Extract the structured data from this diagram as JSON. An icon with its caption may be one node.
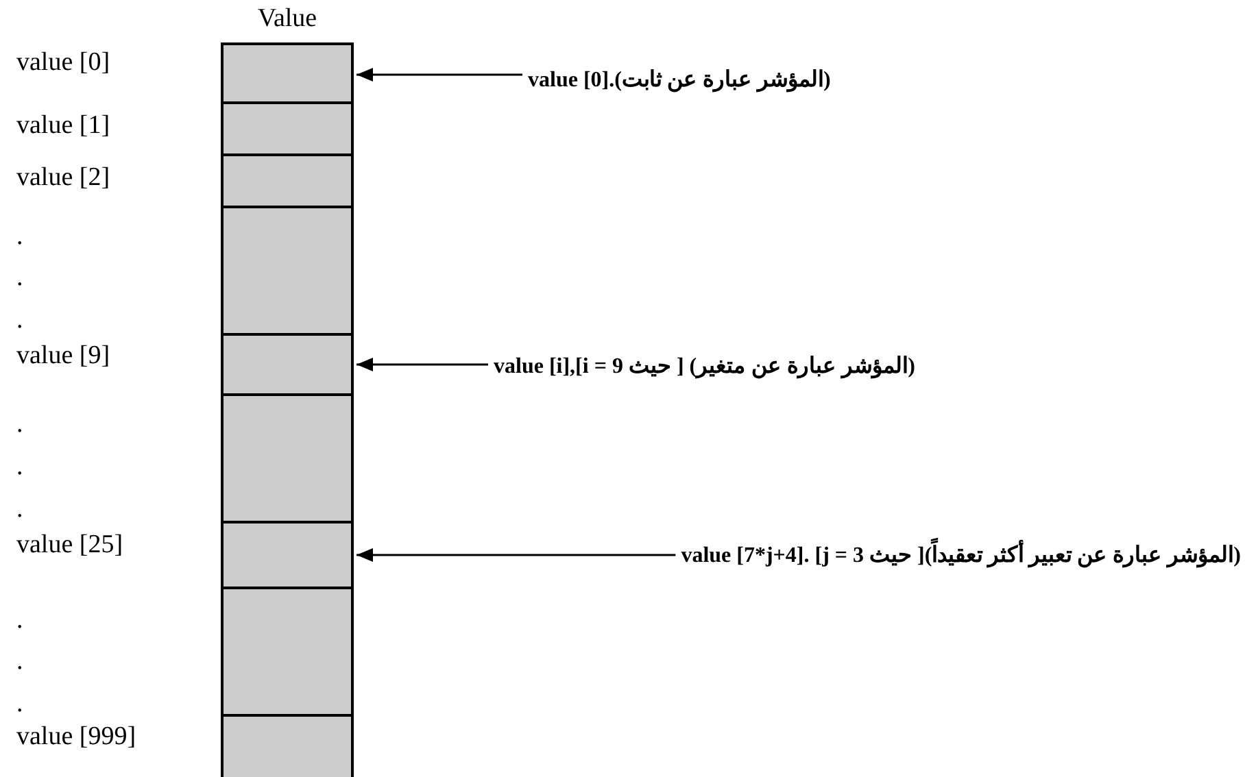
{
  "diagram": {
    "nodes": [
      {
        "text": [
          "Value"
        ]
      },
      {
        "text": [],
        "shape": "box",
        "in": 0
      },
      {
        "text": [],
        "shape": "box",
        "in": 0
      },
      {
        "text": [],
        "shape": "box",
        "in": 0
      },
      {
        "text": [],
        "shape": "box",
        "in": 0
      },
      {
        "text": [],
        "shape": "box",
        "in": 0
      },
      {
        "text": [],
        "shape": "box",
        "in": 0
      },
      {
        "text": [],
        "shape": "box",
        "in": 0
      },
      {
        "text": [],
        "shape": "box",
        "in": 0
      },
      {
        "text": [],
        "shape": "box",
        "in": 0
      },
      {
        "text": [
          "(المؤشر عبارة عن ثابت).value [0]"
        ]
      },
      {
        "text": [
          "(المؤشر عبارة عن متغير) [ حيث value [i],[i = 9"
        ]
      },
      {
        "text": [
          "(المؤشر عبارة عن تعبير أكثر تعقيداً)[ حيث value [7*j+4]. [j = 3"
        ]
      }
    ],
    "edges": [
      {
        "from": 10,
        "to": 1,
        "arrow": "to"
      },
      {
        "from": 11,
        "to": 5,
        "arrow": "to"
      },
      {
        "from": 12,
        "to": 7,
        "arrow": "to"
      }
    ],
    "labels": [
      "value [0]",
      "value [1]",
      "value [2]",
      ".",
      ".",
      ".",
      "value [9]",
      ".",
      ".",
      ".",
      "value [25]",
      ".",
      ".",
      ".",
      "value [999]"
    ]
  }
}
